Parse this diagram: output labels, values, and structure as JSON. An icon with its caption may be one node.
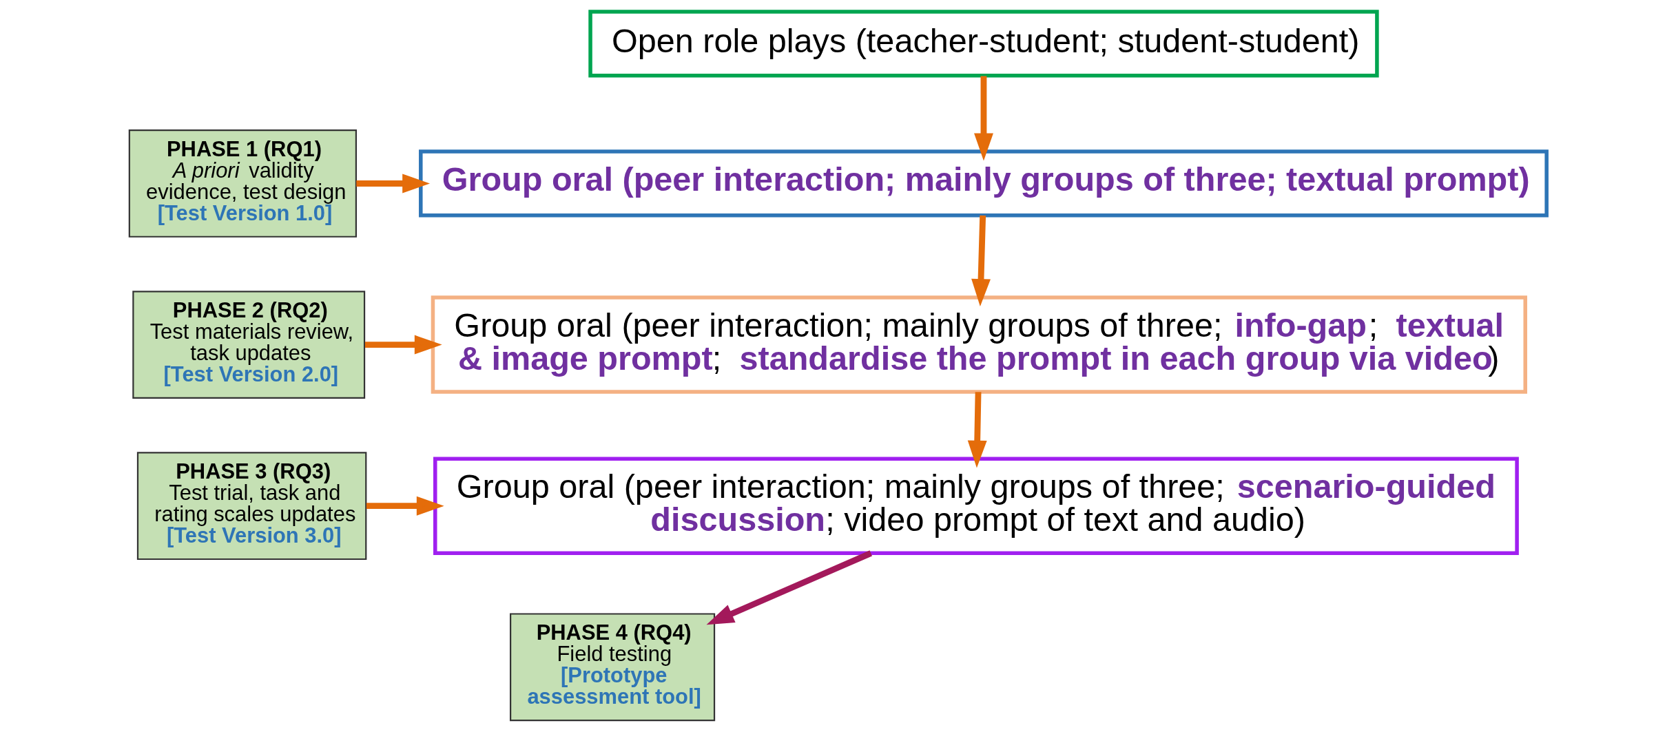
{
  "diagram": {
    "nodes": [
      {
        "text": [
          "PHASE 1 (RQ1)",
          "*A priori* validity evidence, test design",
          "[Test Version 1.0]"
        ]
      },
      {
        "text": [
          "Open role plays (teacher-student; student-student)"
        ]
      },
      {
        "text": [
          "Group oral (peer interaction; mainly groups of three; textual prompt)"
        ]
      },
      {
        "text": [
          "PHASE 2 (RQ2)",
          "Test materials review, task updates",
          "[Test Version 2.0]"
        ]
      },
      {
        "text": [
          "Group oral (peer interaction; mainly groups of three; **info-gap**; **textual & image prompt**; **standardise the prompt in each group via video**)"
        ]
      },
      {
        "text": [
          "PHASE 3 (RQ3)",
          "Test trial, task and rating scales updates",
          "[Test Version 3.0]"
        ]
      },
      {
        "text": [
          "Group oral (peer interaction; mainly groups of three; **scenario-guided discussion**; video prompt of text and audio)"
        ]
      },
      {
        "text": [
          "PHASE 4 (RQ4)",
          "Field testing",
          "[Prototype assessment tool]"
        ]
      }
    ],
    "edges": [
      {
        "from": 1,
        "to": 2,
        "arrow": "to"
      },
      {
        "from": 0,
        "to": 2,
        "arrow": "to"
      },
      {
        "from": 2,
        "to": 4,
        "arrow": "to"
      },
      {
        "from": 3,
        "to": 4,
        "arrow": "to"
      },
      {
        "from": 4,
        "to": 6,
        "arrow": "to"
      },
      {
        "from": 5,
        "to": 6,
        "arrow": "to"
      },
      {
        "from": 6,
        "to": 7,
        "arrow": "to",
        "color": "#a3195b"
      }
    ]
  }
}
